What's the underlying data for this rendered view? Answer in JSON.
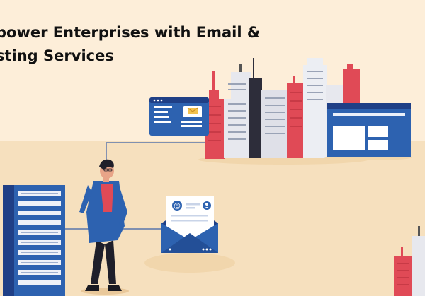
{
  "banner": {
    "headline_line1": "power Enterprises with Email &",
    "headline_line2": "sting Services"
  },
  "icons": [
    "email-window-icon",
    "envelope-icon",
    "at-sign-icon",
    "user-icon",
    "server-rack-icon",
    "browser-window-icon",
    "city-skyline",
    "person-illustration"
  ],
  "colors": {
    "background": "#fdeed9",
    "floor": "#f6e0be",
    "primary_blue": "#2d62b0",
    "navy": "#1f3f86",
    "accent_red": "#e04a56",
    "building_light": "#e7e8ee",
    "envelope_gold": "#f3c24e"
  }
}
